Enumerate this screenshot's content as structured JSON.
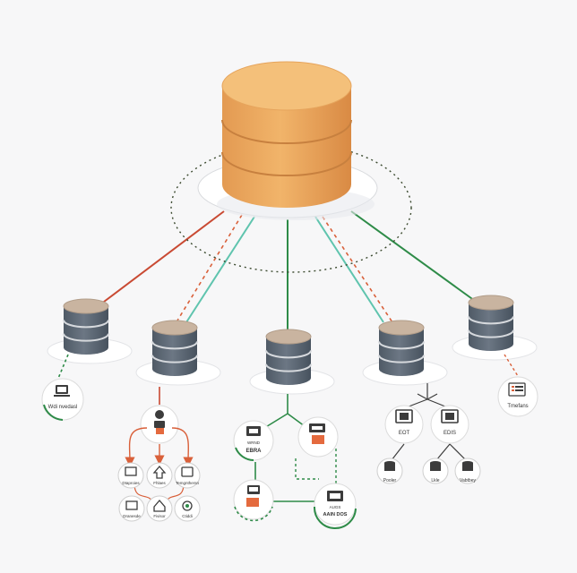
{
  "colors": {
    "background": "#f7f7f8",
    "central_db_top": "#f2b76a",
    "central_db_side": "#e9a259",
    "db_slate": "#5d6a78",
    "db_top": "#c9b4a0",
    "red_link": "#c94a33",
    "teal_link": "#5fc4ae",
    "green_link": "#2e8b48",
    "orange_dash": "#d9603a"
  },
  "labels": {
    "web_node": "Wdi nvedasl",
    "tree_left_a": "Dtaproies",
    "tree_left_b": "Fhlaes",
    "tree_left_c": "Temgnthersn",
    "tree_left_d": "Dranesde",
    "tree_left_e": "Fivisor",
    "tree_left_f": "Ctiddi",
    "mid_top_left": "EBRA",
    "mid_top_left_sub": "WRND",
    "mid_bottom_right": "AAIN DOS",
    "mid_bottom_right_sub": "AUGS",
    "right_top_a": "EOT",
    "right_top_b": "EDIS",
    "right_bottom_a": "Pooler",
    "right_bottom_b": "Lkle",
    "right_bottom_c": "Vabtbey",
    "far_right": "Tmefans"
  },
  "icons": {
    "web_node": "cart-screen-icon",
    "tree_top": "user-monitor-icon",
    "mid_nodes": "server-stack-icon",
    "right_nodes": "archive-box-icon",
    "far_right": "list-document-icon"
  }
}
